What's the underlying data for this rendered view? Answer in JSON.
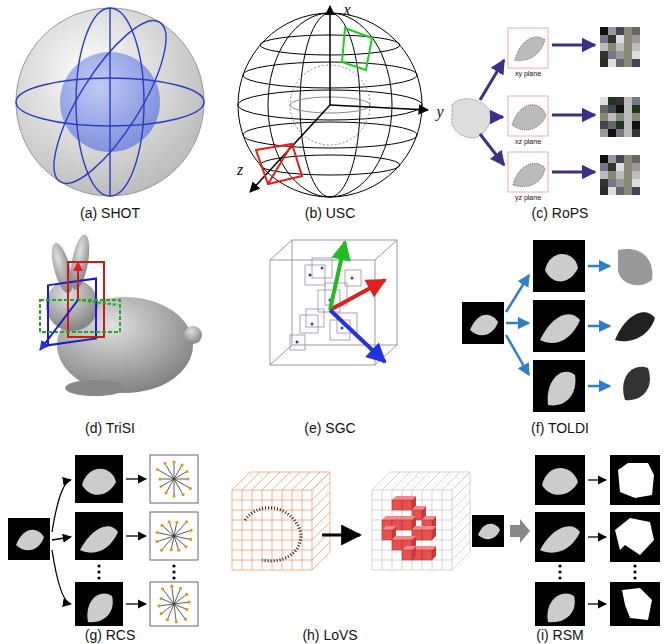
{
  "diagram": {
    "labels": [
      "(a) SHOT",
      "(b) USC",
      "(c) RoPS",
      "(d) TriSI",
      "(e) SGC",
      "(f) TOLDI",
      "(g) RCS",
      "(h) LoVS",
      "(i) RSM",
      "x",
      "y",
      "z",
      "xy plane",
      "xz plane",
      "yz plane"
    ]
  }
}
